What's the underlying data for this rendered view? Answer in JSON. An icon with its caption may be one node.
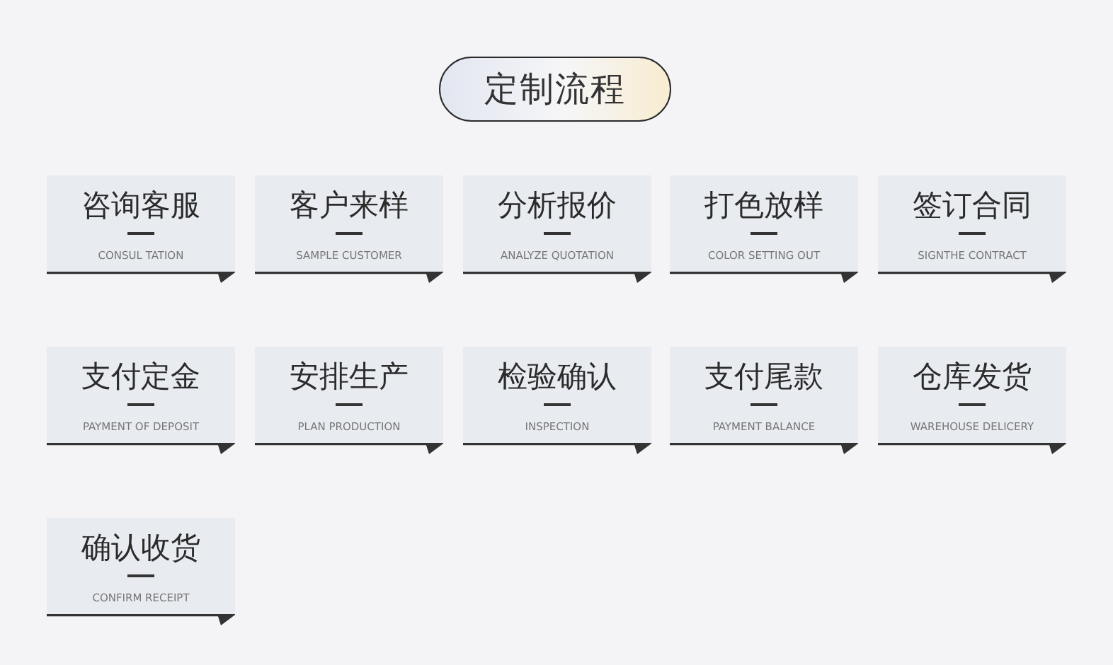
{
  "diagram": {
    "title": "定制流程",
    "nodes": [
      {
        "text": [
          "咨询客服",
          "CONSUL TATION"
        ]
      },
      {
        "text": [
          "客户来样",
          "SAMPLE CUSTOMER"
        ]
      },
      {
        "text": [
          "分析报价",
          "ANALYZE QUOTATION"
        ]
      },
      {
        "text": [
          "打色放样",
          "COLOR SETTING OUT"
        ]
      },
      {
        "text": [
          "签订合同",
          "SIGNTHE CONTRACT"
        ]
      },
      {
        "text": [
          "支付定金",
          "PAYMENT OF DEPOSIT"
        ]
      },
      {
        "text": [
          "安排生产",
          "PLAN PRODUCTION"
        ]
      },
      {
        "text": [
          "检验确认",
          "INSPECTION"
        ]
      },
      {
        "text": [
          "支付尾款",
          "PAYMENT BALANCE"
        ]
      },
      {
        "text": [
          "仓库发货",
          "WAREHOUSE DELICERY"
        ]
      },
      {
        "text": [
          "确认收货",
          "CONFIRM RECEIPT"
        ]
      }
    ]
  }
}
